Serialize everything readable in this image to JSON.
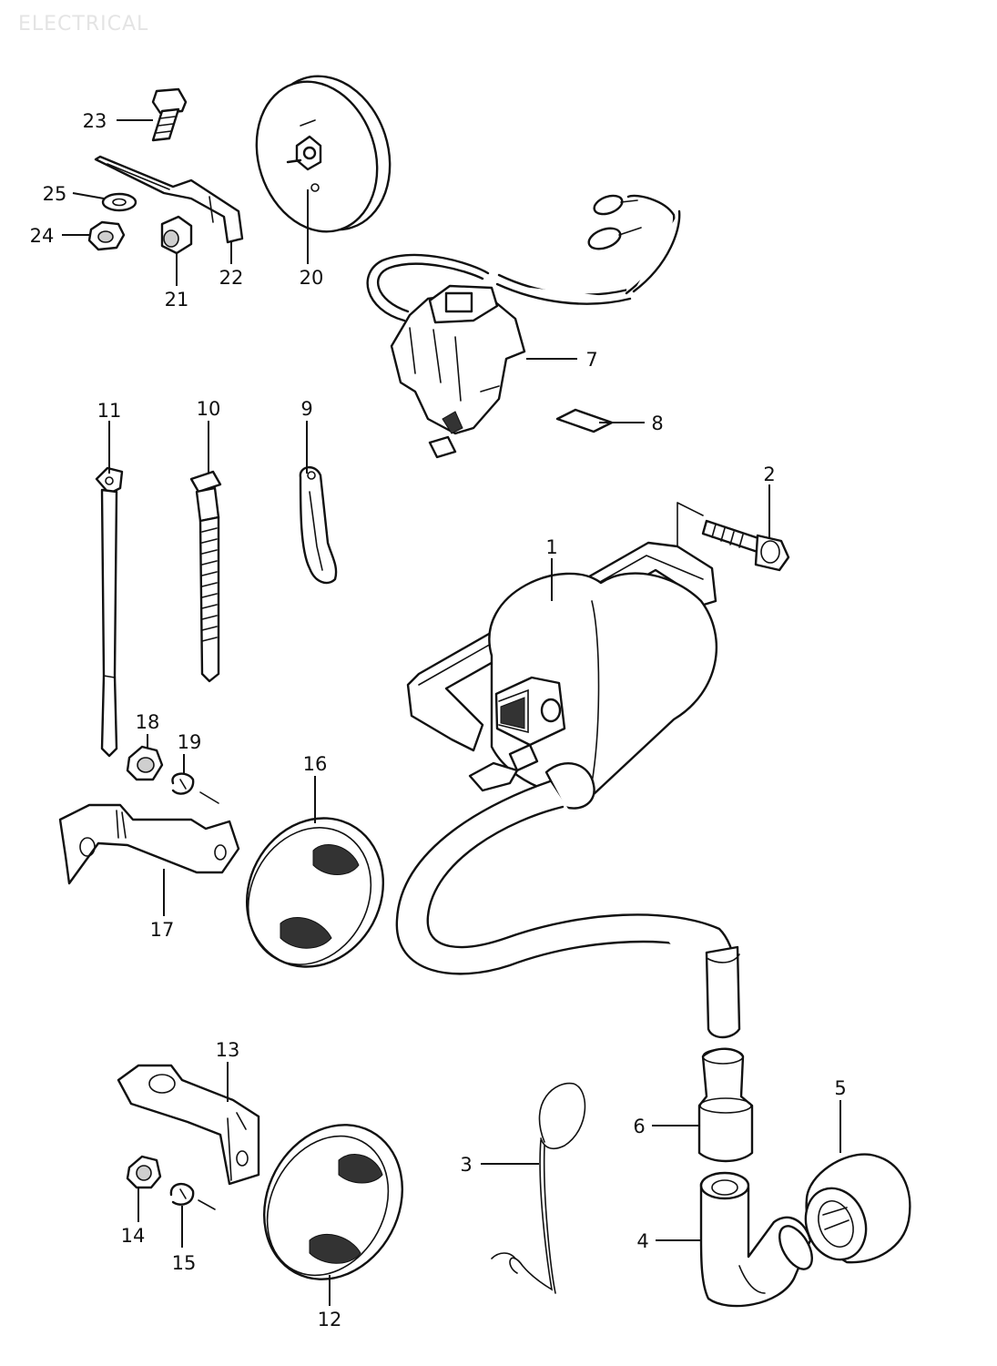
{
  "header": {
    "section_title": "ELECTRICAL"
  },
  "parts": [
    {
      "label": "1"
    },
    {
      "label": "2"
    },
    {
      "label": "3"
    },
    {
      "label": "4"
    },
    {
      "label": "5"
    },
    {
      "label": "6"
    },
    {
      "label": "7"
    },
    {
      "label": "8"
    },
    {
      "label": "9"
    },
    {
      "label": "10"
    },
    {
      "label": "11"
    },
    {
      "label": "12"
    },
    {
      "label": "13"
    },
    {
      "label": "14"
    },
    {
      "label": "15"
    },
    {
      "label": "16"
    },
    {
      "label": "17"
    },
    {
      "label": "18"
    },
    {
      "label": "19"
    },
    {
      "label": "20"
    },
    {
      "label": "21"
    },
    {
      "label": "22"
    },
    {
      "label": "23"
    },
    {
      "label": "24"
    },
    {
      "label": "25"
    }
  ]
}
